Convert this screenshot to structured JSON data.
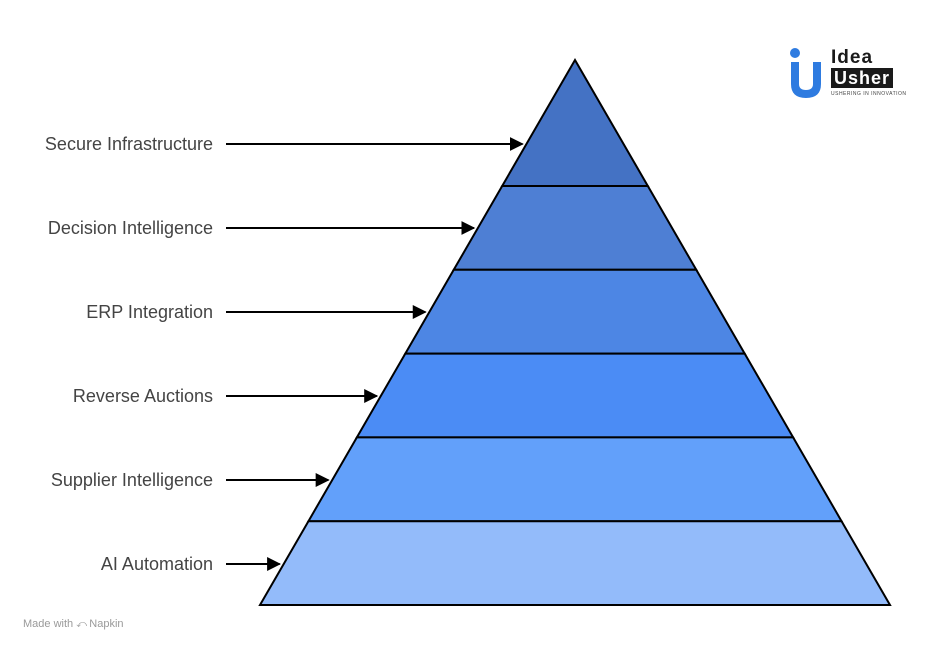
{
  "diagram": {
    "layers_top_to_bottom": [
      {
        "label": "Secure Infrastructure",
        "color": "#4472C4"
      },
      {
        "label": "Decision Intelligence",
        "color": "#4E7FD4"
      },
      {
        "label": "ERP Integration",
        "color": "#4D86E4"
      },
      {
        "label": "Reverse Auctions",
        "color": "#4B8CF5"
      },
      {
        "label": "Supplier Intelligence",
        "color": "#62A0FA"
      },
      {
        "label": "AI Automation",
        "color": "#93BBFA"
      }
    ],
    "outline_color": "#000000"
  },
  "logo": {
    "line1": "Idea",
    "line2": "Usher",
    "tagline": "USHERING IN INNOVATION",
    "accent_color": "#2E7BE0"
  },
  "footer": {
    "text": "Made with",
    "brand": "Napkin",
    "icon": "napkin-icon"
  }
}
